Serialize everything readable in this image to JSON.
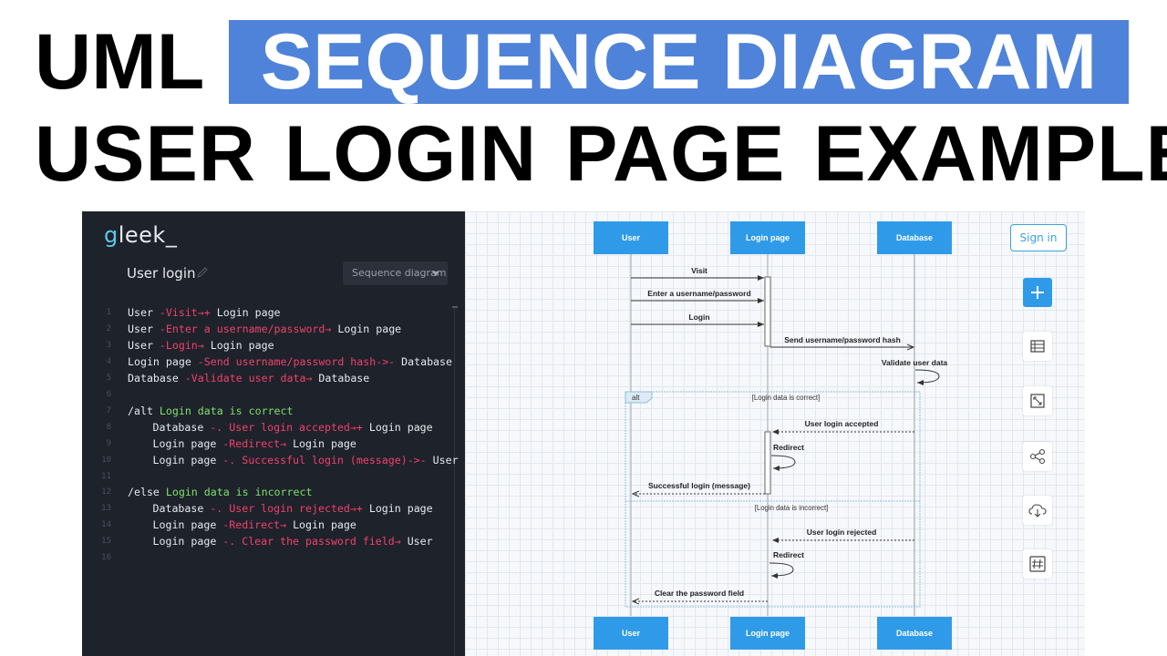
{
  "headline": {
    "line1_word": "UML",
    "line1_highlight": "SEQUENCE DIAGRAM",
    "line2": "USER LOGIN PAGE EXAMPLE"
  },
  "app": {
    "logo": "gleek_",
    "doc_title": "User login",
    "diagram_type": "Sequence diagram",
    "sign_in_label": "Sign in"
  },
  "code_lines": [
    {
      "n": "1",
      "segs": [
        {
          "t": "User ",
          "c": "k"
        },
        {
          "t": "-Visit→+ ",
          "c": "a"
        },
        {
          "t": "Login page",
          "c": "k"
        }
      ],
      "indent": 0
    },
    {
      "n": "2",
      "segs": [
        {
          "t": "User ",
          "c": "k"
        },
        {
          "t": "-Enter a username/password→ ",
          "c": "a"
        },
        {
          "t": "Login page",
          "c": "k"
        }
      ],
      "indent": 0
    },
    {
      "n": "3",
      "segs": [
        {
          "t": "User ",
          "c": "k"
        },
        {
          "t": "-Login→ ",
          "c": "a"
        },
        {
          "t": "Login page",
          "c": "k"
        }
      ],
      "indent": 0
    },
    {
      "n": "4",
      "segs": [
        {
          "t": "Login page ",
          "c": "k"
        },
        {
          "t": "-Send username/password hash-&gt;- ",
          "c": "a"
        },
        {
          "t": "Database",
          "c": "k"
        }
      ],
      "indent": 0
    },
    {
      "n": "5",
      "segs": [
        {
          "t": "Database ",
          "c": "k"
        },
        {
          "t": "-Validate user data→ ",
          "c": "a"
        },
        {
          "t": "Database",
          "c": "k"
        }
      ],
      "indent": 0
    },
    {
      "n": "6",
      "segs": [],
      "indent": 0
    },
    {
      "n": "7",
      "segs": [
        {
          "t": "/alt ",
          "c": "k"
        },
        {
          "t": "Login data is correct",
          "c": "g"
        }
      ],
      "indent": 0
    },
    {
      "n": "8",
      "segs": [
        {
          "t": "Database ",
          "c": "k"
        },
        {
          "t": "-. User login accepted→+ ",
          "c": "a"
        },
        {
          "t": "Login page",
          "c": "k"
        }
      ],
      "indent": 1
    },
    {
      "n": "9",
      "segs": [
        {
          "t": "Login page ",
          "c": "k"
        },
        {
          "t": "-Redirect→ ",
          "c": "a"
        },
        {
          "t": "Login page",
          "c": "k"
        }
      ],
      "indent": 1
    },
    {
      "n": "10",
      "segs": [
        {
          "t": "Login page ",
          "c": "k"
        },
        {
          "t": "-. Successful login (message)-&gt;- ",
          "c": "a"
        },
        {
          "t": "User",
          "c": "k"
        }
      ],
      "indent": 1
    },
    {
      "n": "11",
      "segs": [],
      "indent": 0
    },
    {
      "n": "12",
      "segs": [
        {
          "t": "/else ",
          "c": "k"
        },
        {
          "t": "Login data is incorrect",
          "c": "g"
        }
      ],
      "indent": 0
    },
    {
      "n": "13",
      "segs": [
        {
          "t": "Database ",
          "c": "k"
        },
        {
          "t": "-. User login rejected→+ ",
          "c": "a"
        },
        {
          "t": "Login page",
          "c": "k"
        }
      ],
      "indent": 1
    },
    {
      "n": "14",
      "segs": [
        {
          "t": "Login page ",
          "c": "k"
        },
        {
          "t": "-Redirect→ ",
          "c": "a"
        },
        {
          "t": "Login page",
          "c": "k"
        }
      ],
      "indent": 1
    },
    {
      "n": "15",
      "segs": [
        {
          "t": "Login page ",
          "c": "k"
        },
        {
          "t": "-. Clear the password field→ ",
          "c": "a"
        },
        {
          "t": "User",
          "c": "k"
        }
      ],
      "indent": 1
    },
    {
      "n": "16",
      "segs": [],
      "indent": 0
    }
  ],
  "diagram": {
    "participants": [
      "User",
      "Login page",
      "Database"
    ],
    "messages": {
      "visit": "Visit",
      "enter": "Enter a username/password",
      "login": "Login",
      "send_hash": "Send username/password hash",
      "validate": "Validate user data",
      "accepted": "User login accepted",
      "redirect1": "Redirect",
      "success": "Successful login (message)",
      "rejected": "User login rejected",
      "redirect2": "Redirect",
      "clear": "Clear the password field"
    },
    "alt_label": "alt",
    "guard_correct": "[Login data is correct]",
    "guard_incorrect": "[Login data is incorrect]"
  },
  "colors": {
    "headline_highlight": "#4f83d9",
    "participant_box": "#2f9be8",
    "editor_bg": "#1e222b",
    "code_arrow": "#f0416a",
    "code_guard": "#7ee06a",
    "tool_accent": "#2f9be8"
  },
  "icons": [
    "pencil-icon",
    "plus-icon",
    "table-icon",
    "fit-screen-icon",
    "share-icon",
    "cloud-download-icon",
    "grid-hash-icon"
  ]
}
